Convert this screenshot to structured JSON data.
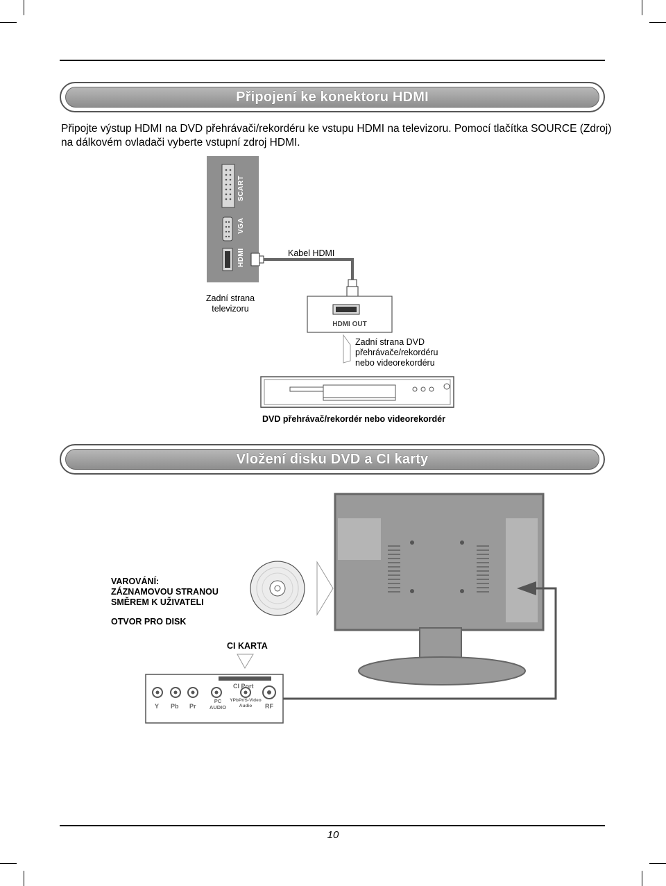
{
  "section1": {
    "title": "Připojení ke konektoru HDMI",
    "intro_line1": "Připojte výstup HDMI na DVD přehrávači/rekordéru ke vstupu HDMI na televizoru. Pomocí tlačítka SOURCE (Zdroj)",
    "intro_line2": "na dálkovém ovladači vyberte vstupní zdroj HDMI."
  },
  "diagram1": {
    "port_scart": "SCART",
    "port_vga": "VGA",
    "port_hdmi": "HDMI",
    "cable_label": "Kabel HDMI",
    "tv_back_line1": "Zadní strana",
    "tv_back_line2": "televizoru",
    "hdmi_out": "HDMI OUT",
    "dvd_back_line1": "Zadní strana DVD",
    "dvd_back_line2": "přehrávače/rekordéru",
    "dvd_back_line3": "nebo videorekordéru",
    "dvd_caption": "DVD přehrávač/rekordér nebo videorekordér"
  },
  "section2": {
    "title": "Vložení disku DVD a CI karty"
  },
  "diagram2": {
    "warning_line1": "VAROVÁNÍ:",
    "warning_line2": "ZÁZNAMOVOU STRANOU",
    "warning_line3": "SMĚREM K UŽIVATELI",
    "disc_slot": "OTVOR PRO DISK",
    "ci_card": "CI KARTA",
    "ci_port": "CI Port",
    "jack_y": "Y",
    "jack_pb": "Pb",
    "jack_pr": "Pr",
    "jack_pc": "PC",
    "jack_audio": "AUDIO",
    "jack_ypbpr": "YPbPr/S-Video",
    "jack_ypbpr_audio": "Audio",
    "jack_rf": "RF"
  },
  "footer": {
    "page_number": "10"
  }
}
